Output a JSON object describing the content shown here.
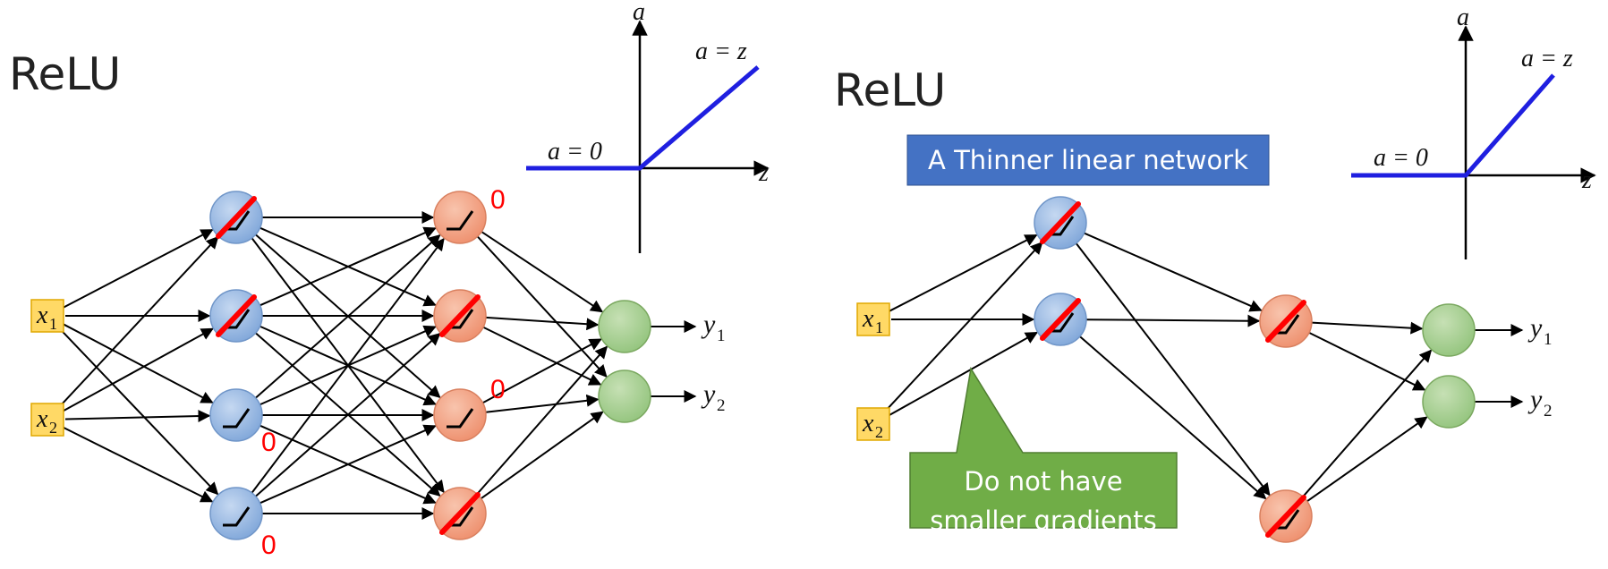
{
  "left": {
    "title": "ReLU",
    "graph": {
      "axis_y": "a",
      "axis_x": "z",
      "label_left": "a = 0",
      "label_right": "a = z"
    },
    "inputs": [
      {
        "base": "x",
        "sub": "1"
      },
      {
        "base": "x",
        "sub": "2"
      }
    ],
    "outputs": [
      {
        "base": "y",
        "sub": "1"
      },
      {
        "base": "y",
        "sub": "2"
      }
    ],
    "zero_label": "0"
  },
  "right": {
    "title": "ReLU",
    "graph": {
      "axis_y": "a",
      "axis_x": "z",
      "label_left": "a = 0",
      "label_right": "a = z"
    },
    "inputs": [
      {
        "base": "x",
        "sub": "1"
      },
      {
        "base": "x",
        "sub": "2"
      }
    ],
    "outputs": [
      {
        "base": "y",
        "sub": "1"
      },
      {
        "base": "y",
        "sub": "2"
      }
    ],
    "banner": "A Thinner linear network",
    "callout": [
      "Do not have",
      "smaller gradients"
    ]
  },
  "colors": {
    "relu_line": "#1f1fe0",
    "hidden1_fill": "#8fb3e0",
    "hidden2_fill": "#f2a184",
    "output_fill": "#a9d08e",
    "input_fill": "#ffd966",
    "banner_fill": "#4472c4",
    "callout_fill": "#70ad47",
    "active_mark": "#ff0000",
    "zero_text": "#ff0000"
  }
}
